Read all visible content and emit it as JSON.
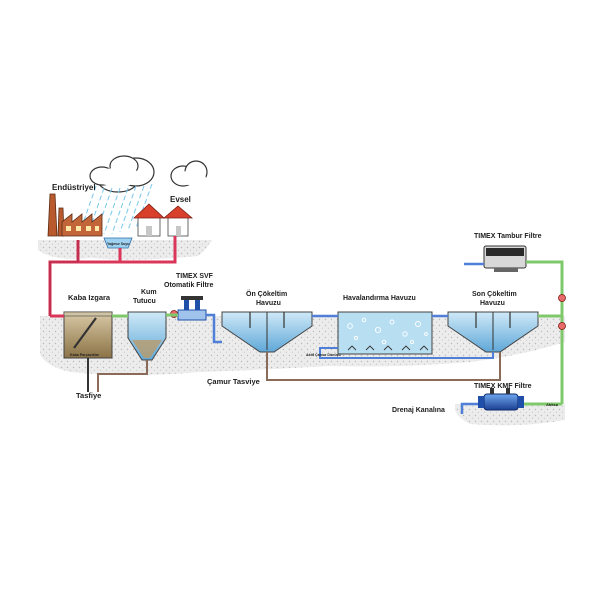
{
  "labels": {
    "industrial": "Endüstriyel",
    "domestic": "Evsel",
    "rain_water": "Yağmur Suyu",
    "drum_filter": "TIMEX Tambur Filtre",
    "coarse_screen": "Kaba Izgara",
    "grit_line1": "Kum",
    "grit_line2": "Tutucu",
    "svf_line1": "TIMEX SVF",
    "svf_line2": "Otomatik Filtre",
    "primary_line1": "Ön Çökeltim",
    "primary_line2": "Havuzu",
    "aeration": "Havalandırma Havuzu",
    "secondary_line1": "Son Çökeltim",
    "secondary_line2": "Havuzu",
    "sludge_note": "Aktif Çamur Dönüşü",
    "coarse_note": "Kaba Parçacıklar",
    "sludge_treatment": "Çamur Tasviye",
    "disposal": "Tasfiye",
    "kmf_filter": "TIMEX KMF Filtre",
    "drainage": "Drenaj Kanalına",
    "return": "Atıksu"
  },
  "colors": {
    "pipe_wastewater": "#d9365a",
    "pipe_clean": "#7fc96b",
    "pipe_process": "#4f7fd6",
    "pipe_sludge": "#8a6a58",
    "ground": "#ececec",
    "water": "#8fc9ea",
    "factory": "#b85a2e",
    "filter_blue": "#1f4fa8"
  }
}
